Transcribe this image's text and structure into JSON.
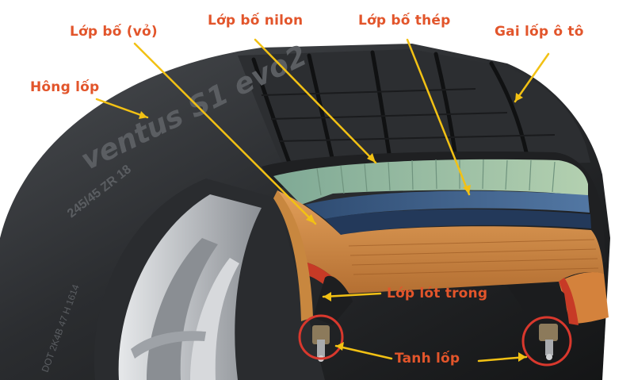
{
  "labels": {
    "casing": "Lớp bố (vỏ)",
    "nylon": "Lớp bố nilon",
    "steel": "Lớp bố thép",
    "tread": "Gai lốp ô tô",
    "sidewall": "Hông lốp",
    "inner_liner": "Lớp lót trong",
    "bead": "Tanh lốp"
  },
  "tire_markings": {
    "brand_line": "ventus S1 evo2",
    "size_code": "245/45 ZR 18",
    "dot_code": "DOT 2K4B 47 H 1614"
  },
  "colors": {
    "label": "#e2552b",
    "arrow": "#f2c114",
    "circle": "#d9382d"
  }
}
